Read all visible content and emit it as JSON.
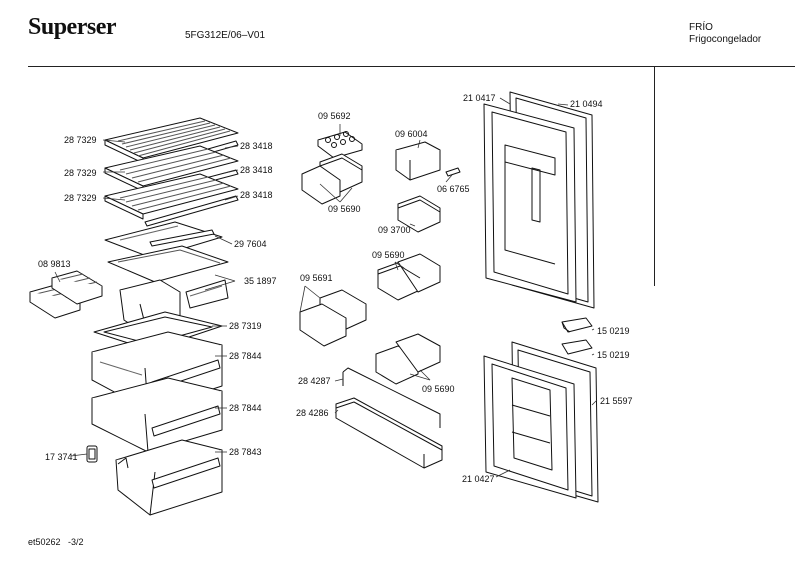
{
  "header": {
    "brand": "Superser",
    "model_code": "5FG312E/06–V01",
    "category": "FRÍO",
    "subcategory": "Frigocongelador"
  },
  "footer": {
    "doc_ref": "et50262   -3/2"
  },
  "parts": {
    "p1": "28 7329",
    "p2": "28 7329",
    "p3": "28 7329",
    "p4": "28 3418",
    "p5": "28 3418",
    "p6": "28 3418",
    "p7": "29 7604",
    "p8": "08 9813",
    "p9": "35 1897",
    "p10": "28 7319",
    "p11": "28 7844",
    "p12": "28 7844",
    "p13": "28 7843",
    "p14": "17 3741",
    "p15": "09 5692",
    "p16": "09 5690",
    "p17": "09 6004",
    "p18": "06 6765",
    "p19": "09 3700",
    "p20": "09 5690",
    "p21": "09 5691",
    "p22": "28 4287",
    "p23": "28 4286",
    "p24": "09 5690",
    "p25": "21 0417",
    "p26": "21 0494",
    "p27": "15 0219",
    "p28": "15 0219",
    "p29": "21 5597",
    "p30": "21 0427"
  }
}
